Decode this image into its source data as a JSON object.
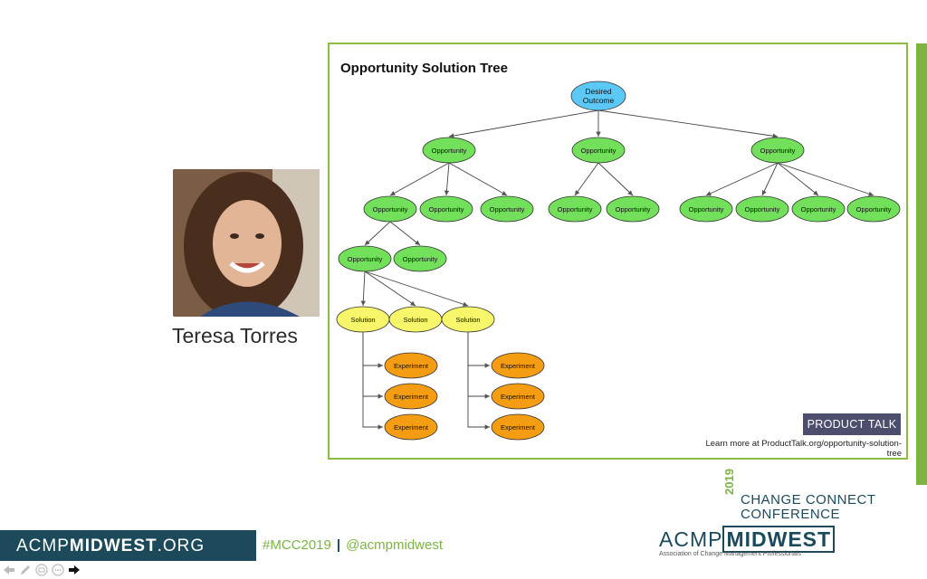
{
  "speaker": {
    "name": "Teresa Torres"
  },
  "diagram": {
    "title": "Opportunity Solution Tree",
    "root": "Desired Outcome",
    "nodes": [
      {
        "id": "root",
        "label": "Desired Outcome",
        "kind": "outcome",
        "parent": null
      },
      {
        "id": "o1",
        "label": "Opportunity",
        "kind": "opportunity",
        "parent": "root"
      },
      {
        "id": "o2",
        "label": "Opportunity",
        "kind": "opportunity",
        "parent": "root"
      },
      {
        "id": "o3",
        "label": "Opportunity",
        "kind": "opportunity",
        "parent": "root"
      },
      {
        "id": "o1a",
        "label": "Opportunity",
        "kind": "opportunity",
        "parent": "o1"
      },
      {
        "id": "o1b",
        "label": "Opportunity",
        "kind": "opportunity",
        "parent": "o1"
      },
      {
        "id": "o1c",
        "label": "Opportunity",
        "kind": "opportunity",
        "parent": "o1"
      },
      {
        "id": "o2a",
        "label": "Opportunity",
        "kind": "opportunity",
        "parent": "o2"
      },
      {
        "id": "o2b",
        "label": "Opportunity",
        "kind": "opportunity",
        "parent": "o2"
      },
      {
        "id": "o3a",
        "label": "Opportunity",
        "kind": "opportunity",
        "parent": "o3"
      },
      {
        "id": "o3b",
        "label": "Opportunity",
        "kind": "opportunity",
        "parent": "o3"
      },
      {
        "id": "o3c",
        "label": "Opportunity",
        "kind": "opportunity",
        "parent": "o3"
      },
      {
        "id": "o3d",
        "label": "Opportunity",
        "kind": "opportunity",
        "parent": "o3"
      },
      {
        "id": "o1a1",
        "label": "Opportunity",
        "kind": "opportunity",
        "parent": "o1a"
      },
      {
        "id": "o1a2",
        "label": "Opportunity",
        "kind": "opportunity",
        "parent": "o1a"
      },
      {
        "id": "s1",
        "label": "Solution",
        "kind": "solution",
        "parent": "o1a1"
      },
      {
        "id": "s2",
        "label": "Solution",
        "kind": "solution",
        "parent": "o1a1"
      },
      {
        "id": "s3",
        "label": "Solution",
        "kind": "solution",
        "parent": "o1a1"
      },
      {
        "id": "e1",
        "label": "Experiment",
        "kind": "experiment",
        "parent": "s1"
      },
      {
        "id": "e2",
        "label": "Experiment",
        "kind": "experiment",
        "parent": "s1"
      },
      {
        "id": "e3",
        "label": "Experiment",
        "kind": "experiment",
        "parent": "s1"
      },
      {
        "id": "e4",
        "label": "Experiment",
        "kind": "experiment",
        "parent": "s3"
      },
      {
        "id": "e5",
        "label": "Experiment",
        "kind": "experiment",
        "parent": "s3"
      },
      {
        "id": "e6",
        "label": "Experiment",
        "kind": "experiment",
        "parent": "s3"
      }
    ],
    "badge": "PRODUCT TALK",
    "learn_more": "Learn more at ProductTalk.org/opportunity-solution-tree"
  },
  "colors": {
    "outcome": "#5bc8f5",
    "opportunity": "#72e05a",
    "solution": "#f7f56a",
    "experiment": "#f59d12",
    "accent_green": "#7cb342",
    "navy": "#1c4a5b"
  },
  "footer": {
    "org_prefix": "ACMP",
    "org_bold": "MIDWEST",
    "org_suffix": ".ORG",
    "hashtag": "#MCC2019",
    "separator": "|",
    "handle": "@acmpmidwest"
  },
  "conference": {
    "year": "2019",
    "line1": "CHANGE CONNECT",
    "line2": "CONFERENCE",
    "logo_prefix": "ACMP",
    "logo_bold": "MIDWEST",
    "tagline": "Association of Change Management Professionals"
  },
  "nav": [
    "previous-icon",
    "pen-icon",
    "slides-icon",
    "more-icon",
    "next-icon"
  ]
}
